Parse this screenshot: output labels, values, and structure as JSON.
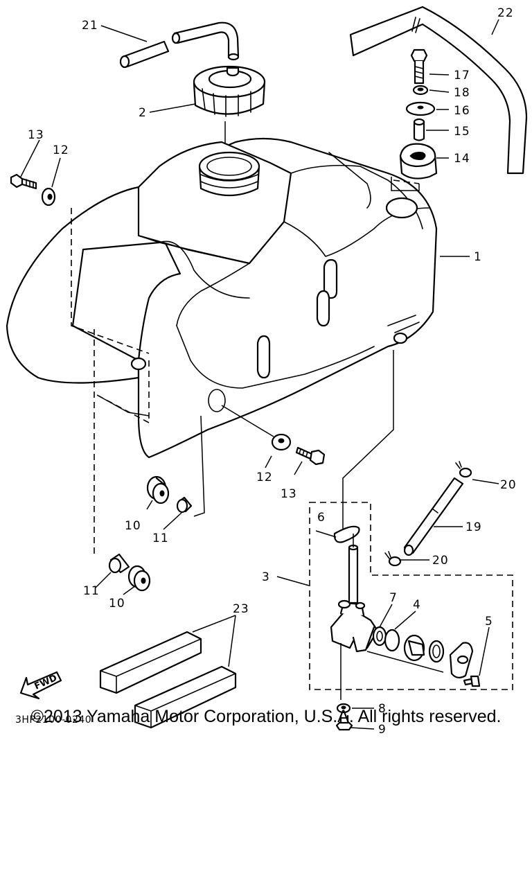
{
  "diagram": {
    "drawing_code": "3HP2100-0240",
    "fwd_label": "FWD",
    "callouts": {
      "c1": "1",
      "c2": "2",
      "c3": "3",
      "c4": "4",
      "c5": "5",
      "c6": "6",
      "c7": "7",
      "c8": "8",
      "c9": "9",
      "c10a": "10",
      "c10b": "10",
      "c11a": "11",
      "c11b": "11",
      "c12a": "12",
      "c12b": "12",
      "c13a": "13",
      "c13b": "13",
      "c14": "14",
      "c15": "15",
      "c16": "16",
      "c17": "17",
      "c18": "18",
      "c19": "19",
      "c20a": "20",
      "c20b": "20",
      "c21": "21",
      "c22": "22",
      "c23": "23"
    }
  },
  "footer": {
    "copyright": "©2013 Yamaha Motor Corporation, U.S.A. All rights reserved."
  }
}
